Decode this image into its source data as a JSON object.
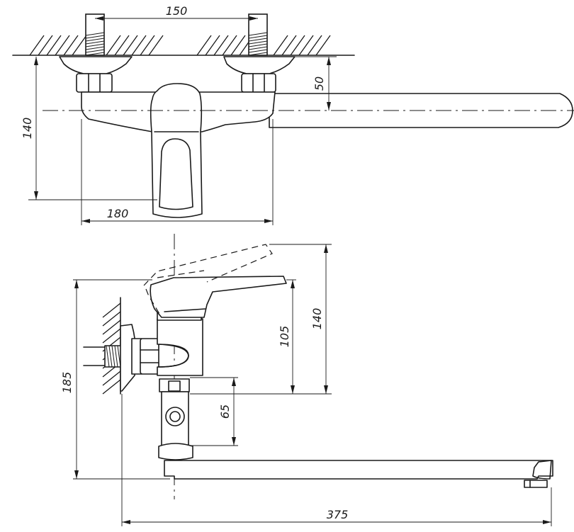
{
  "drawing": {
    "dimensions": {
      "top_view_spacing": "150",
      "top_view_offset": "50",
      "top_view_height": "140",
      "top_view_body_width": "180",
      "side_view_total_height": "185",
      "side_view_lever_height": "140",
      "side_view_outlet_height": "105",
      "side_view_diverter_height": "65",
      "spout_length": "375"
    }
  }
}
